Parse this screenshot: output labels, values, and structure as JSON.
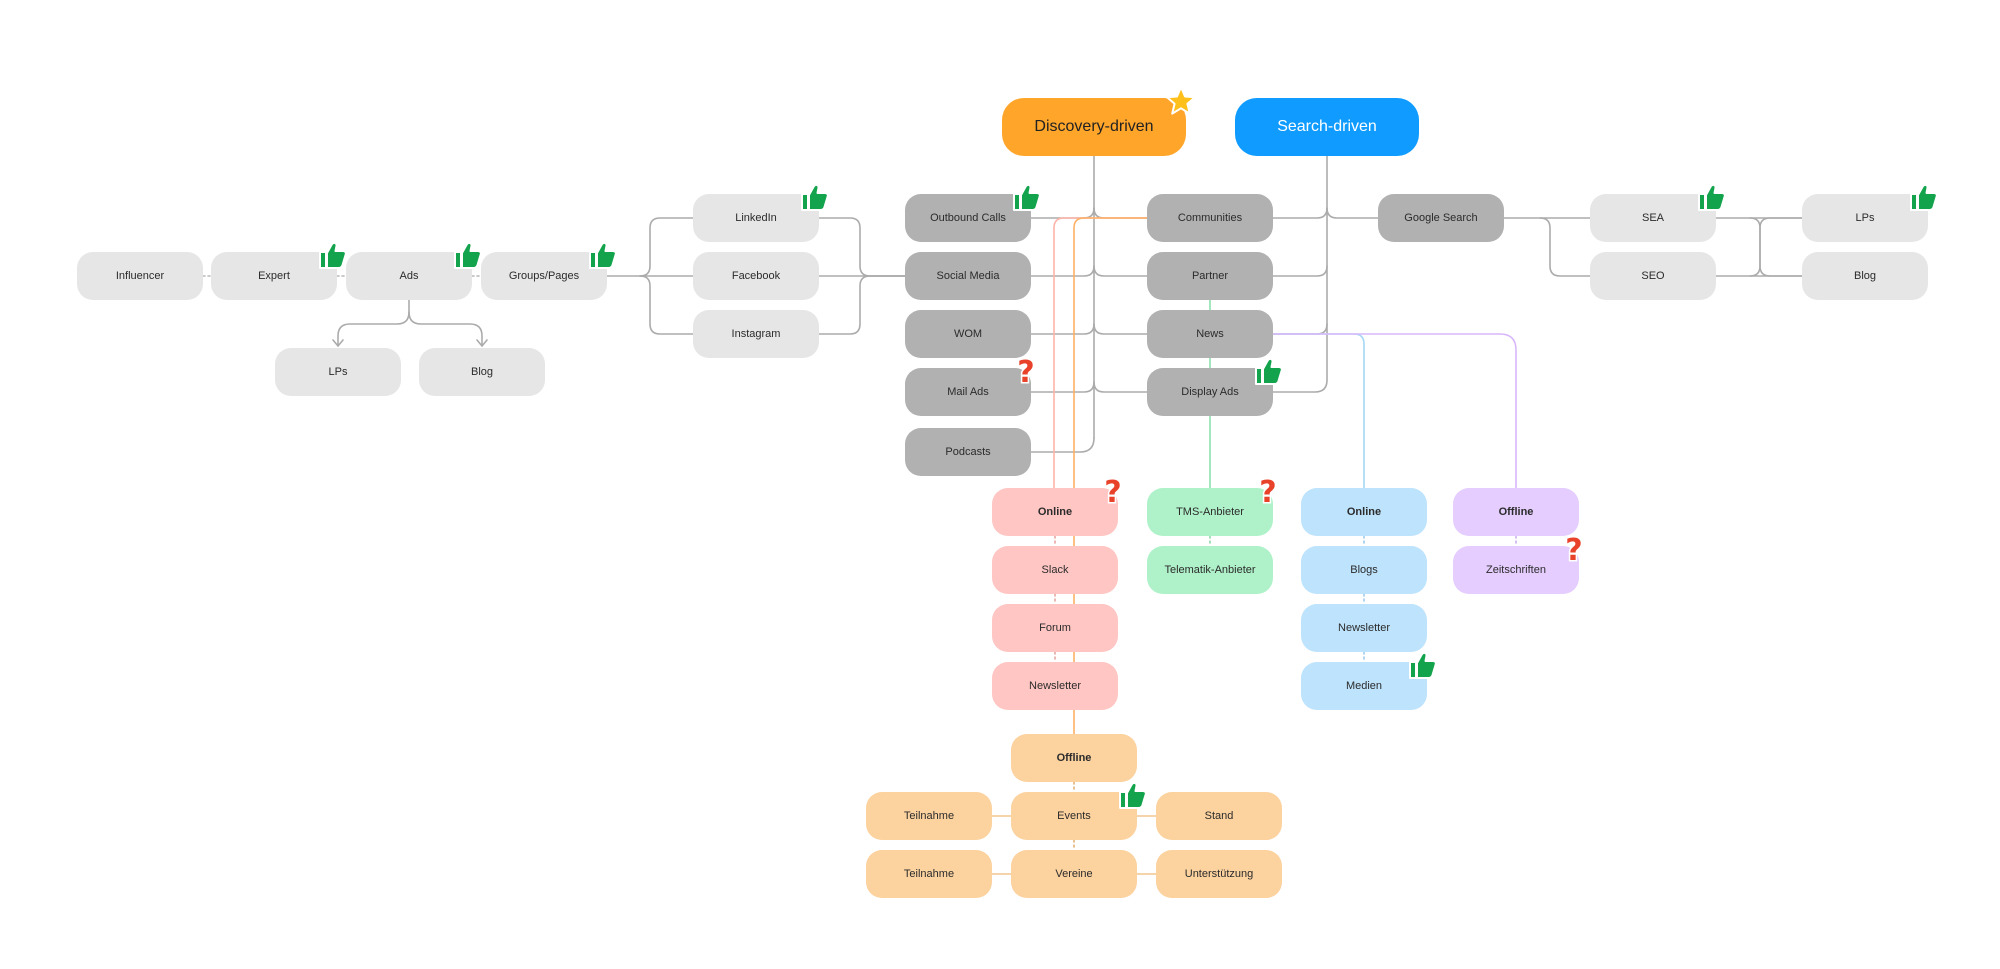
{
  "colors": {
    "orange_head": "#FFA52A",
    "blue_head": "#0F9BFF",
    "light_gray": "#E6E6E6",
    "dark_gray": "#B1B1B1",
    "pink": "#FFC6C3",
    "green": "#AFF2C9",
    "light_blue": "#BEE3FD",
    "purple": "#E5CDFF",
    "peach": "#FCD29F",
    "thumb_green": "#13A34C",
    "question_red": "#E8432A",
    "star_yellow": "#FFC01C"
  },
  "nodes": [
    {
      "id": "discovery",
      "label": "Discovery-driven",
      "name": "node-discovery-driven",
      "badge": "star"
    },
    {
      "id": "search",
      "label": "Search-driven",
      "name": "node-search-driven"
    },
    {
      "id": "influencer",
      "label": "Influencer",
      "name": "node-influencer"
    },
    {
      "id": "expert",
      "label": "Expert",
      "name": "node-expert",
      "badge": "thumb"
    },
    {
      "id": "ads",
      "label": "Ads",
      "name": "node-ads",
      "badge": "thumb"
    },
    {
      "id": "groups",
      "label": "Groups/Pages",
      "name": "node-groups-pages",
      "badge": "thumb"
    },
    {
      "id": "lps_left",
      "label": "LPs",
      "name": "node-lps-left"
    },
    {
      "id": "blog_left",
      "label": "Blog",
      "name": "node-blog-left"
    },
    {
      "id": "linkedin",
      "label": "LinkedIn",
      "name": "node-linkedin",
      "badge": "thumb"
    },
    {
      "id": "facebook",
      "label": "Facebook",
      "name": "node-facebook"
    },
    {
      "id": "instagram",
      "label": "Instagram",
      "name": "node-instagram"
    },
    {
      "id": "outbound",
      "label": "Outbound Calls",
      "name": "node-outbound-calls",
      "badge": "thumb"
    },
    {
      "id": "social",
      "label": "Social Media",
      "name": "node-social-media"
    },
    {
      "id": "wom",
      "label": "WOM",
      "name": "node-wom"
    },
    {
      "id": "mailads",
      "label": "Mail Ads",
      "name": "node-mail-ads",
      "badge": "question"
    },
    {
      "id": "podcasts",
      "label": "Podcasts",
      "name": "node-podcasts"
    },
    {
      "id": "communities",
      "label": "Communities",
      "name": "node-communities"
    },
    {
      "id": "partner",
      "label": "Partner",
      "name": "node-partner"
    },
    {
      "id": "news",
      "label": "News",
      "name": "node-news"
    },
    {
      "id": "displayads",
      "label": "Display Ads",
      "name": "node-display-ads",
      "badge": "thumb"
    },
    {
      "id": "google",
      "label": "Google Search",
      "name": "node-google-search"
    },
    {
      "id": "sea",
      "label": "SEA",
      "name": "node-sea",
      "badge": "thumb"
    },
    {
      "id": "seo",
      "label": "SEO",
      "name": "node-seo"
    },
    {
      "id": "lps_right",
      "label": "LPs",
      "name": "node-lps-right",
      "badge": "thumb"
    },
    {
      "id": "blog_right",
      "label": "Blog",
      "name": "node-blog-right"
    },
    {
      "id": "comm_online",
      "label": "Online",
      "name": "node-communities-online",
      "badge": "question"
    },
    {
      "id": "slack",
      "label": "Slack",
      "name": "node-slack"
    },
    {
      "id": "forum",
      "label": "Forum",
      "name": "node-forum"
    },
    {
      "id": "comm_newsletter",
      "label": "Newsletter",
      "name": "node-communities-newsletter"
    },
    {
      "id": "comm_offline",
      "label": "Offline",
      "name": "node-communities-offline"
    },
    {
      "id": "teilnahme1",
      "label": "Teilnahme",
      "name": "node-teilnahme-events"
    },
    {
      "id": "events",
      "label": "Events",
      "name": "node-events",
      "badge": "thumb"
    },
    {
      "id": "stand",
      "label": "Stand",
      "name": "node-stand"
    },
    {
      "id": "teilnahme2",
      "label": "Teilnahme",
      "name": "node-teilnahme-vereine"
    },
    {
      "id": "vereine",
      "label": "Vereine",
      "name": "node-vereine"
    },
    {
      "id": "unterstuetzung",
      "label": "Unterstützung",
      "name": "node-unterstuetzung"
    },
    {
      "id": "tms",
      "label": "TMS-Anbieter",
      "name": "node-tms-anbieter",
      "badge": "question"
    },
    {
      "id": "telematik",
      "label": "Telematik-Anbieter",
      "name": "node-telematik-anbieter"
    },
    {
      "id": "news_online",
      "label": "Online",
      "name": "node-news-online"
    },
    {
      "id": "blogs",
      "label": "Blogs",
      "name": "node-blogs"
    },
    {
      "id": "news_newsletter",
      "label": "Newsletter",
      "name": "node-news-newsletter"
    },
    {
      "id": "medien",
      "label": "Medien",
      "name": "node-medien",
      "badge": "thumb"
    },
    {
      "id": "news_offline",
      "label": "Offline",
      "name": "node-news-offline"
    },
    {
      "id": "zeitschriften",
      "label": "Zeitschriften",
      "name": "node-zeitschriften",
      "badge": "question"
    }
  ]
}
